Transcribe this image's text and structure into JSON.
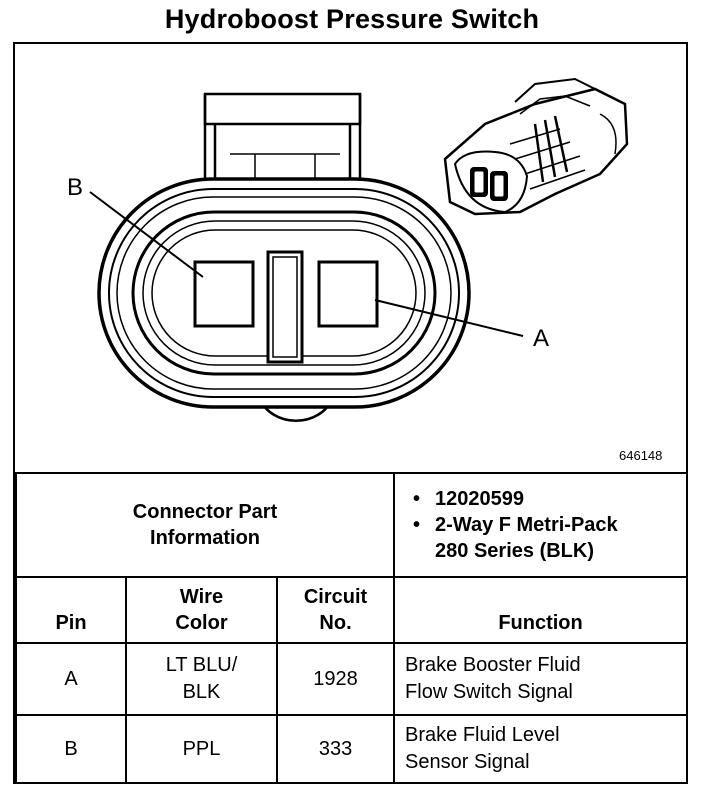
{
  "title": "Hydroboost Pressure Switch",
  "diagram": {
    "figure_id": "646148",
    "label_b": "B",
    "label_a": "A",
    "icons": [
      "connector-face-view-illustration",
      "connector-3d-view-illustration"
    ]
  },
  "connector_info": {
    "label_line1": "Connector Part",
    "label_line2": "Information",
    "bullet": "•",
    "items": [
      "12020599",
      "2-Way F Metri-Pack",
      "280 Series (BLK)"
    ]
  },
  "table": {
    "headers": {
      "pin": "Pin",
      "wire_color_line1": "Wire",
      "wire_color_line2": "Color",
      "circuit_line1": "Circuit",
      "circuit_line2": "No.",
      "function": "Function"
    },
    "rows": [
      {
        "pin": "A",
        "wire_color_line1": "LT BLU/",
        "wire_color_line2": "BLK",
        "circuit": "1928",
        "function_line1": "Brake Booster Fluid",
        "function_line2": "Flow Switch Signal"
      },
      {
        "pin": "B",
        "wire_color_line1": "PPL",
        "wire_color_line2": "",
        "circuit": "333",
        "function_line1": "Brake Fluid Level",
        "function_line2": "Sensor Signal"
      }
    ]
  },
  "colors": {
    "ink": "#000000",
    "paper": "#ffffff"
  }
}
